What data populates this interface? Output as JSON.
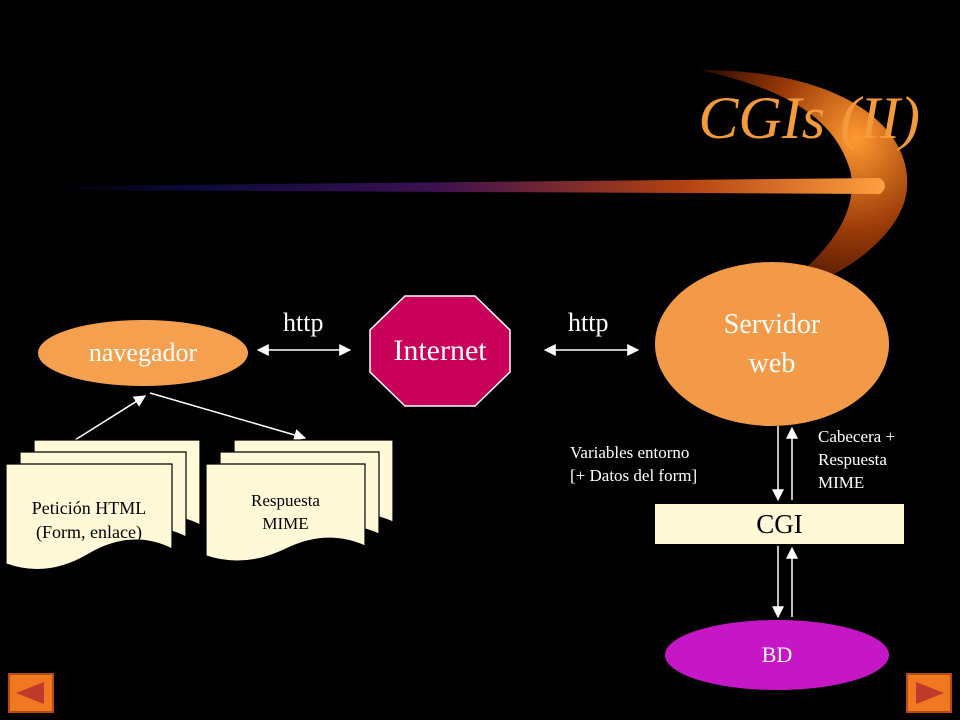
{
  "slide": {
    "title": "CGIs (II)"
  },
  "diagram": {
    "navegador": "navegador",
    "internet": "Internet",
    "http_left": "http",
    "http_right": "http",
    "servidor_line1": "Servidor",
    "servidor_line2": "web",
    "cgi": "CGI",
    "bd": "BD",
    "variables_line1": "Variables entorno",
    "variables_line2": "[+ Datos del form]",
    "cabecera_line1": "Cabecera +",
    "cabecera_line2": "Respuesta",
    "cabecera_line3": "MIME",
    "peticion_line1": "Petición HTML",
    "peticion_line2": "(Form, enlace)",
    "respuesta_line1": "Respuesta",
    "respuesta_line2": "MIME"
  },
  "colors": {
    "title": "#f29a3c",
    "navegador": "#f5a04e",
    "servidor": "#f39a48",
    "internet": "#c8005a",
    "bd": "#c617c6",
    "document": "#fff9d8",
    "nav_button": "#f07820"
  },
  "icons": {
    "prev": "triangle-left-icon",
    "next": "triangle-right-icon"
  }
}
